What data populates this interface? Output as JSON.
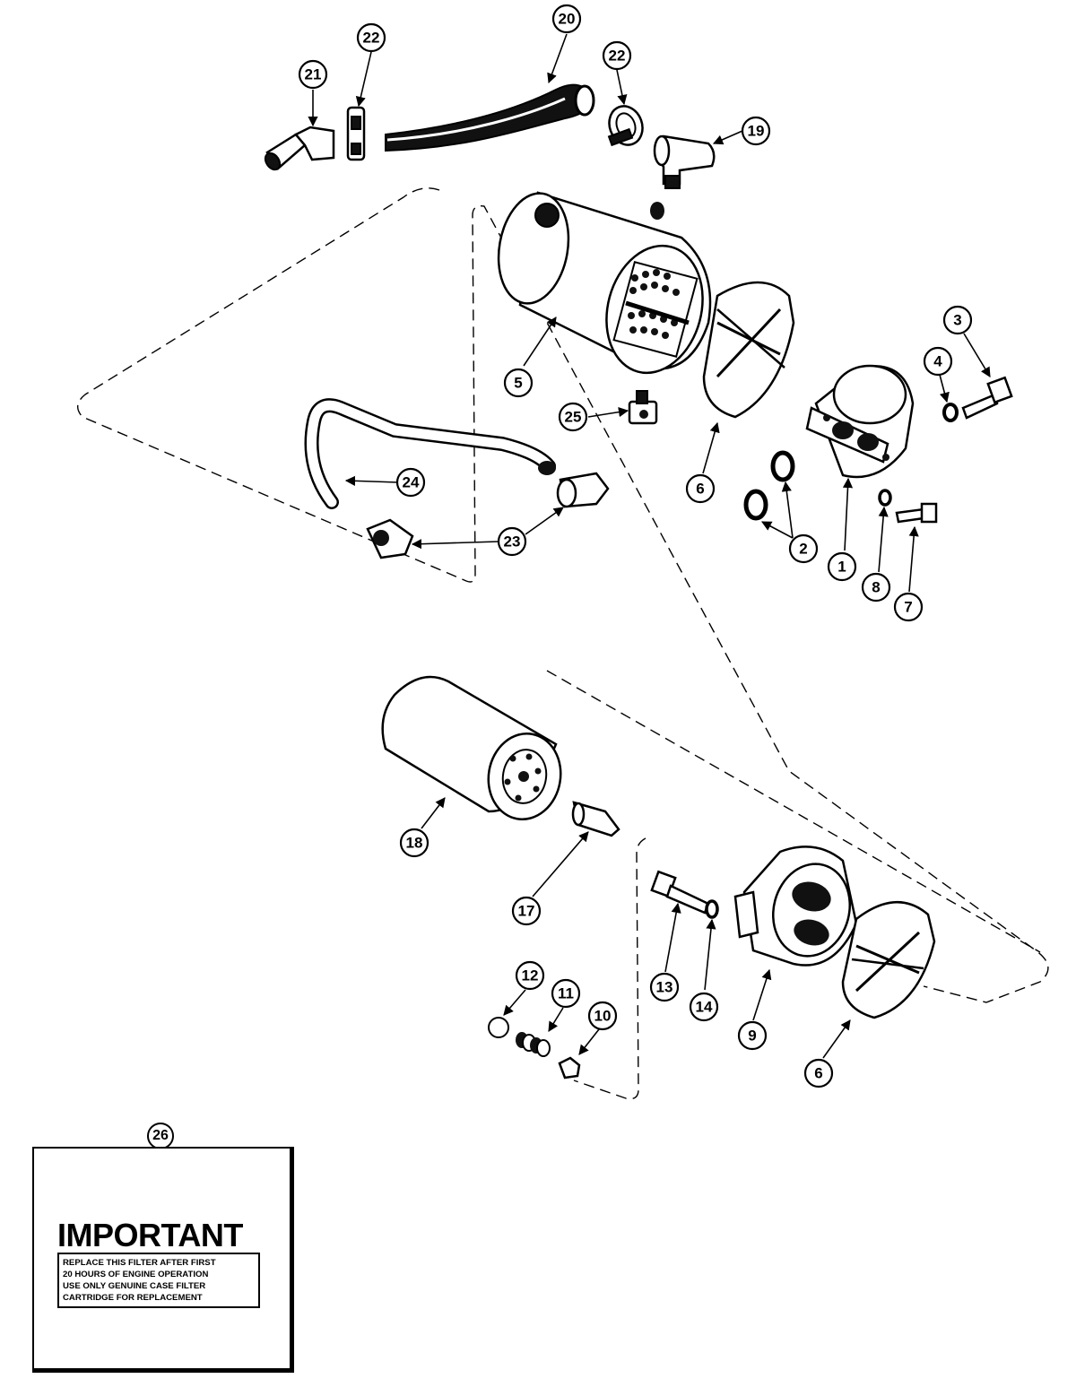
{
  "callouts": {
    "c1": "1",
    "c2a": "2",
    "c3": "3",
    "c4": "4",
    "c5": "5",
    "c6a": "6",
    "c6b": "6",
    "c7": "7",
    "c8": "8",
    "c9": "9",
    "c10": "10",
    "c11": "11",
    "c12": "12",
    "c13": "13",
    "c14": "14",
    "c17": "17",
    "c18": "18",
    "c19": "19",
    "c20": "20",
    "c21": "21",
    "c22a": "22",
    "c22b": "22",
    "c23": "23",
    "c24": "24",
    "c25": "25",
    "c26": "26"
  },
  "decal": {
    "title": "IMPORTANT",
    "lines": [
      "REPLACE THIS FILTER AFTER FIRST",
      "20 HOURS OF ENGINE OPERATION",
      "USE ONLY GENUINE CASE FILTER",
      "CARTRIDGE FOR REPLACEMENT"
    ]
  },
  "icons": {
    "filter-head": "filter-head-icon",
    "oil-cooler": "oil-cooler-icon",
    "filter-cartridge": "filter-cartridge-icon",
    "hose": "hose-icon"
  }
}
